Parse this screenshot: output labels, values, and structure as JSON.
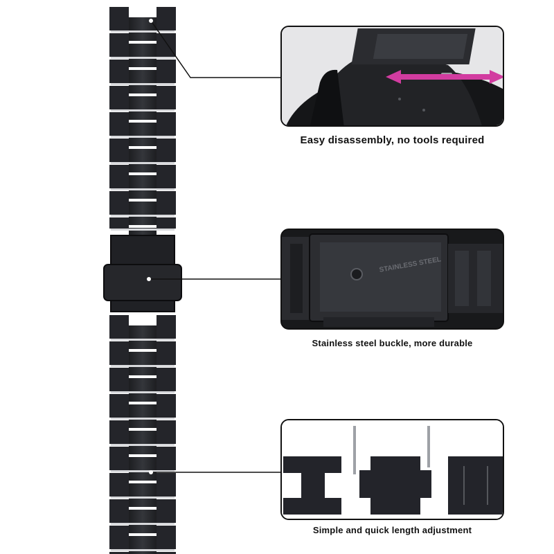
{
  "features": [
    {
      "caption": "Easy disassembly, no tools required"
    },
    {
      "caption": "Stainless steel buckle, more durable"
    },
    {
      "caption": "Simple and quick length adjustment"
    }
  ],
  "buckle_engraving": "STAINLESS STEEL",
  "colors": {
    "band": "#2a2b2e",
    "band_highlight": "#4a4c52",
    "link_gap": "#e8e8ea",
    "panel_bg": "#1a1a1c",
    "arrow": "#d23ca0",
    "leader_line": "#111111"
  }
}
